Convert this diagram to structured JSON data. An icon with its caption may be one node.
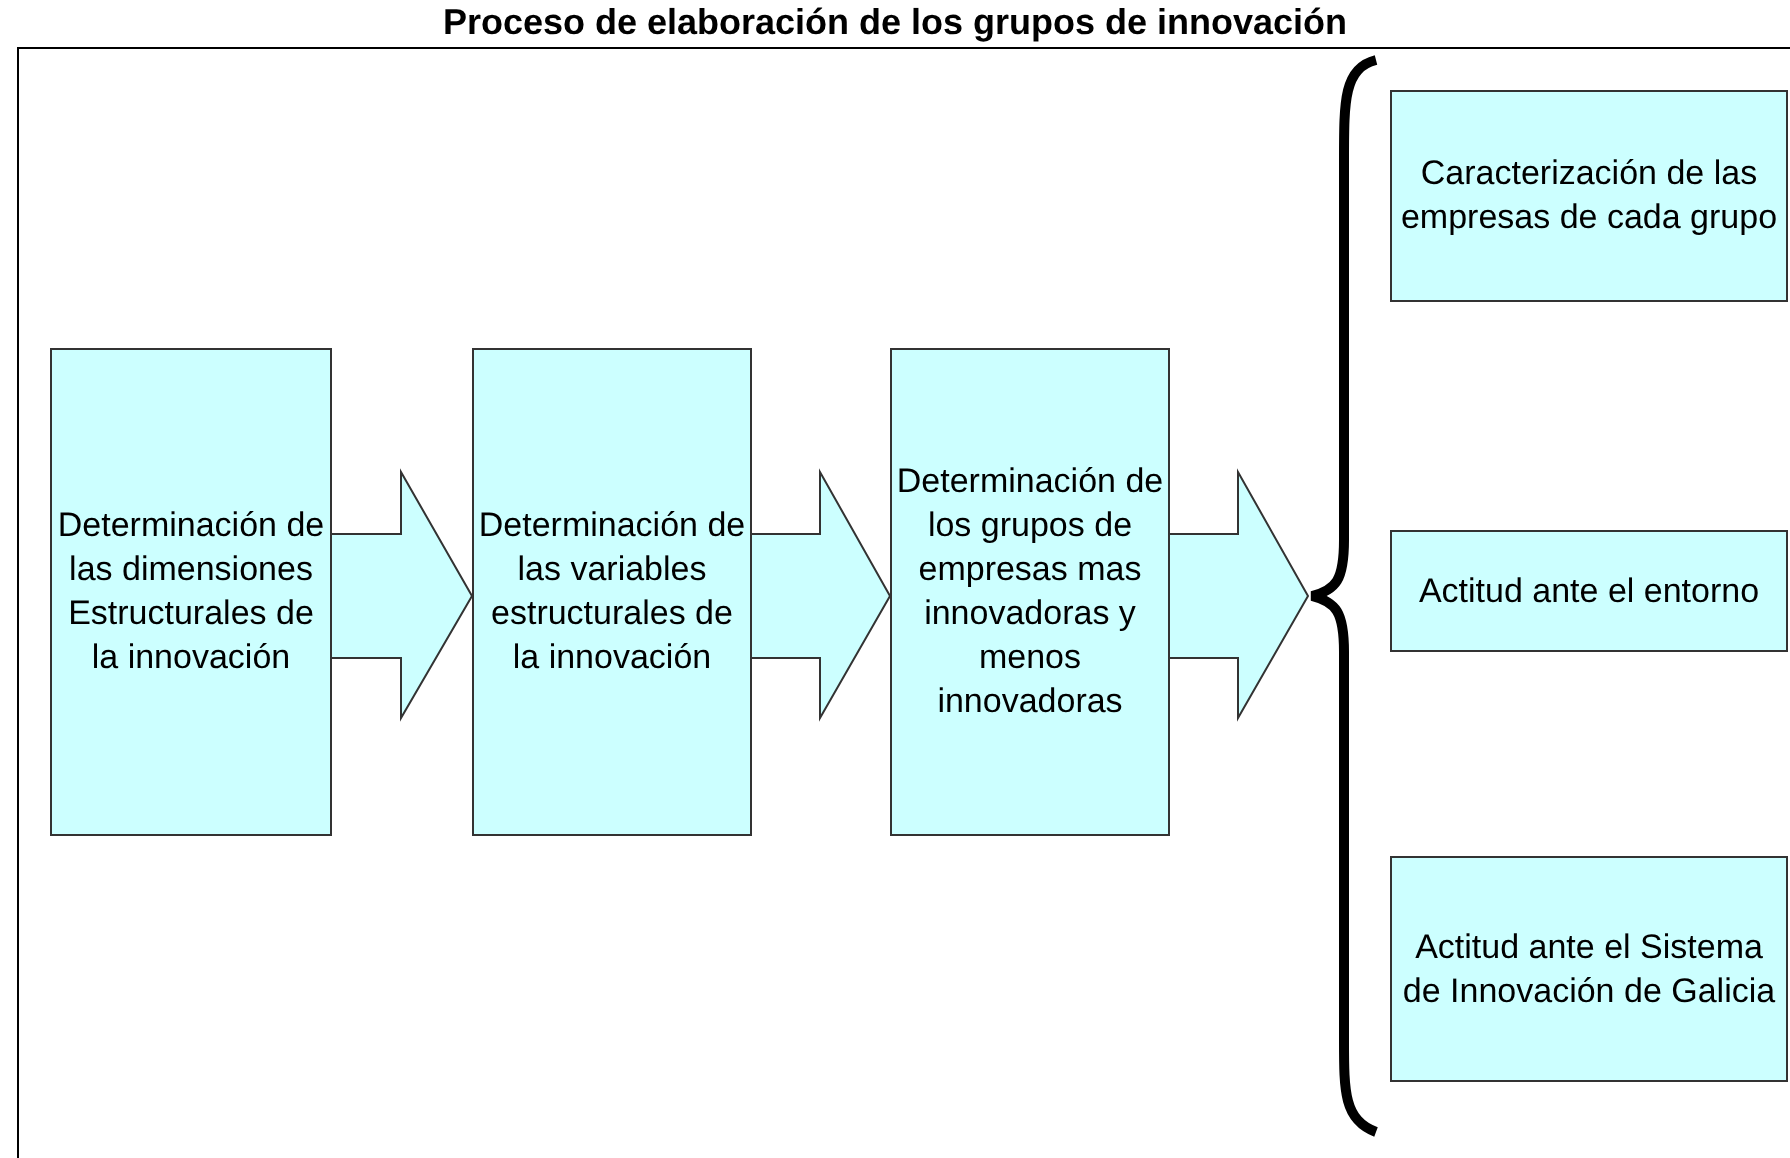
{
  "diagram": {
    "title": "Proceso de elaboración de los grupos de innovación",
    "nodes": [
      {
        "text": [
          "Determinación de las dimensiones Estructurales de la innovación"
        ]
      },
      {
        "text": [
          "Determinación de las variables estructurales de la innovación"
        ]
      },
      {
        "text": [
          "Determinación de los grupos de empresas mas innovadoras y menos innovadoras"
        ]
      },
      {
        "text": [
          "Caracterización de las empresas de cada grupo"
        ]
      },
      {
        "text": [
          "Actitud ante el entorno"
        ]
      },
      {
        "text": [
          "Actitud ante el Sistema de Innovación de Galicia"
        ]
      }
    ],
    "edges": [
      {
        "from": 0,
        "to": 1,
        "arrow": "to"
      },
      {
        "from": 1,
        "to": 2,
        "arrow": "to"
      },
      {
        "from": 2,
        "to": null,
        "arrow": "to"
      }
    ]
  }
}
